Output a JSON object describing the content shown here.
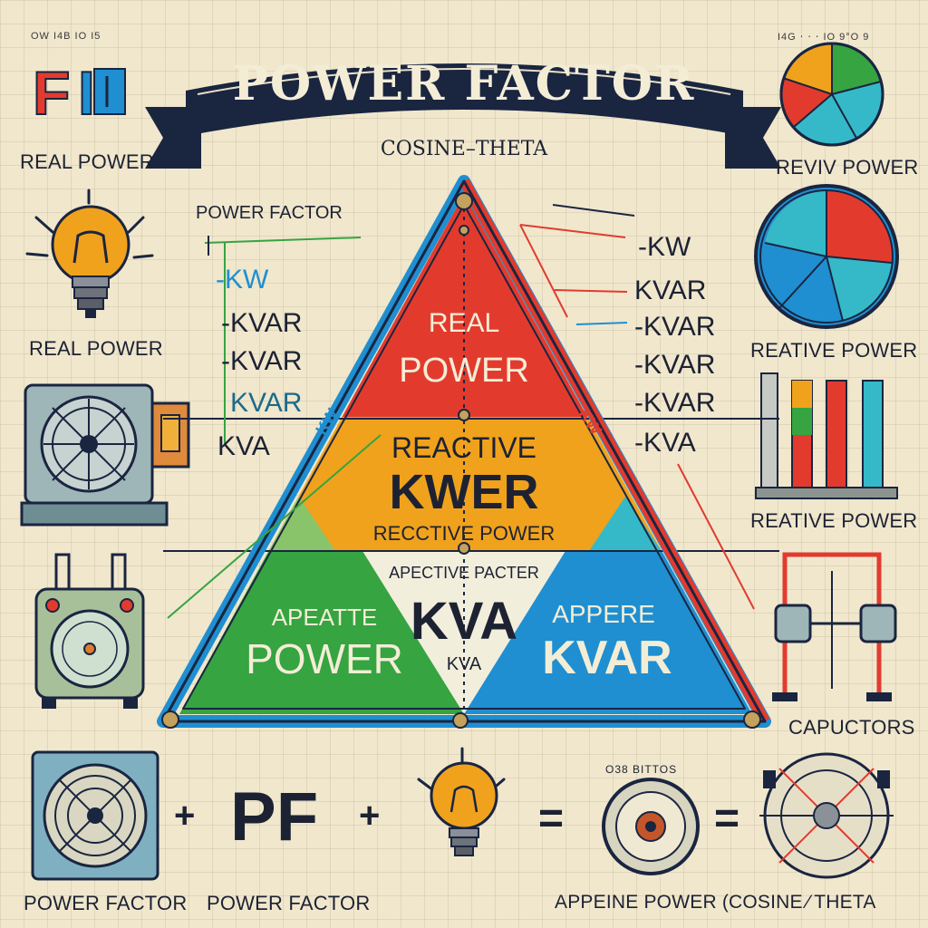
{
  "title": "POWER FACTOR",
  "subtitle": "COSINE–THETA",
  "top_left": {
    "tick_text": "OW  I4B  IO  I5",
    "logo": "FI"
  },
  "top_right": {
    "tick_text": "I4G  ⋅  ⋅  ⋅ IO  9°O  9"
  },
  "left_labels": {
    "real_power_1": "REAL POWER",
    "real_power_2": "REAL POWER"
  },
  "right_labels": {
    "reviv_power": "REVIV POWER",
    "reative_power_1": "REATIVE POWER",
    "reative_power_2": "REATIVE POWER",
    "capuctors": "CAPUCTORS"
  },
  "left_panel": {
    "heading": "POWER FACTOR",
    "items": [
      "-KW",
      "-KVAR",
      "-KVAR",
      "KVAR",
      "KVA"
    ]
  },
  "right_panel": {
    "items": [
      "-KW",
      "KVAR",
      "-KVAR",
      "-KVAR",
      "-KVAR",
      "-KVA"
    ]
  },
  "triangle": {
    "side_left": "KW",
    "side_right": "KW",
    "top_line1": "REAL",
    "top_line2": "POWER",
    "mid_line1": "REACTIVE",
    "mid_line2": "KWER",
    "mid_line3": "RECCTIVE POWER",
    "left_line1": "APEATTE",
    "left_line2": "POWER",
    "center_line1": "APECTIVE PACTER",
    "center_line2": "KVA",
    "center_line3": "KVA",
    "right_line1": "APPERE",
    "right_line2": "KVAR"
  },
  "equation": {
    "plus_1": "+",
    "pf": "PF",
    "plus_2": "+",
    "equals_1": "=",
    "equals_2": "=",
    "gauge_label": "O38 BITTOS"
  },
  "bottom_labels": {
    "left": "POWER FACTOR",
    "middle": "POWER FACTOR",
    "right": "APPEINE POWER (COSINE ∕ THETA"
  },
  "colors": {
    "red": "#e23b2e",
    "orange": "#f0a21d",
    "green": "#35a441",
    "blue": "#1f8fd1",
    "navy": "#1a2540",
    "cream": "#f0e7cd"
  },
  "icons": [
    "light-bulb-icon",
    "fan-unit-icon",
    "gauge-icon",
    "pie-chart-icon",
    "bar-meter-icon",
    "capacitor-circuit-icon"
  ]
}
